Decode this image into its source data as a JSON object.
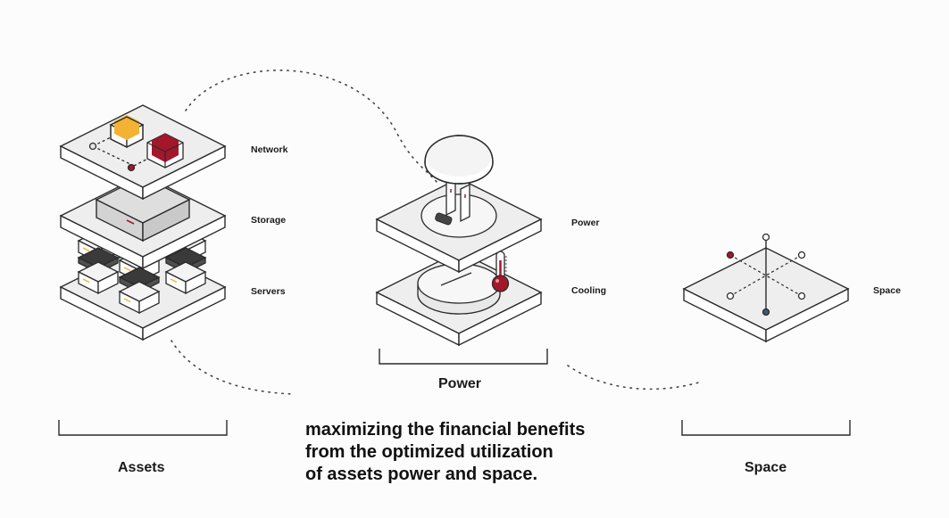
{
  "assets": {
    "layers": {
      "network": "Network",
      "storage": "Storage",
      "servers": "Servers"
    },
    "section_label": "Assets"
  },
  "power": {
    "layers": {
      "power": "Power",
      "cooling": "Cooling"
    },
    "section_label": "Power"
  },
  "space": {
    "layer_label": "Space",
    "section_label": "Space"
  },
  "tagline": [
    "maximizing the financial benefits",
    "from the optimized utilization",
    "of assets power and space."
  ],
  "colors": {
    "outline": "#2b2b2b",
    "platform_top": "#eeeeee",
    "platform_side": "#ffffff",
    "accent_red": "#a3172b",
    "accent_yellow": "#f3b233",
    "node_blue": "#3d5a73",
    "storage_box": "#d3d3d3"
  }
}
